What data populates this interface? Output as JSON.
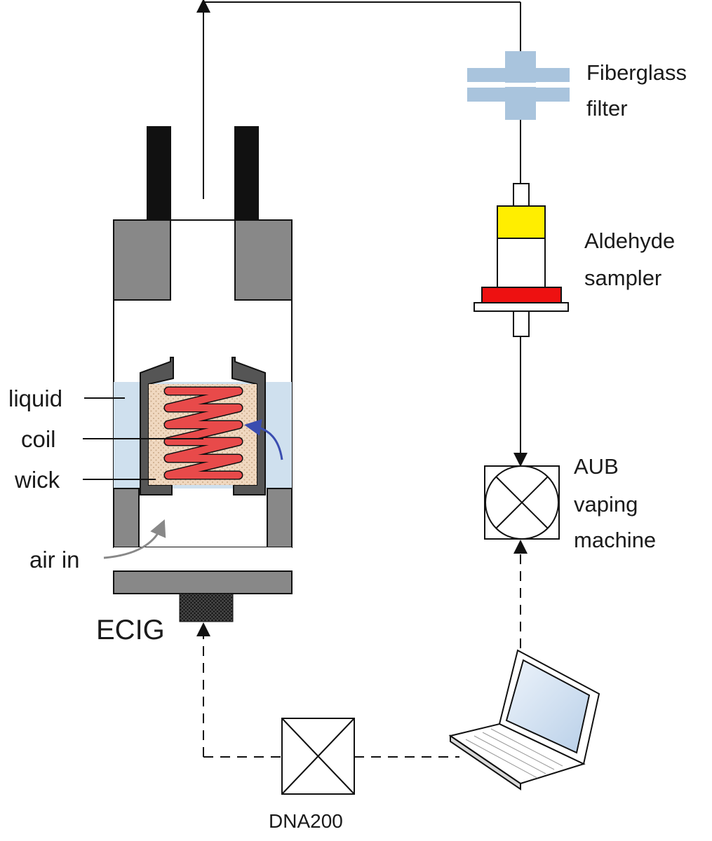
{
  "labels": {
    "liquid": "liquid",
    "coil": "coil",
    "wick": "wick",
    "air_in": "air in",
    "ecig": "ECIG",
    "filter_line1": "Fiberglass",
    "filter_line2": "filter",
    "sampler_line1": "Aldehyde",
    "sampler_line2": "sampler",
    "machine_line1": "AUB",
    "machine_line2": "vaping",
    "machine_line3": "machine",
    "controller": "DNA200"
  },
  "colors": {
    "body_gray": "#888888",
    "liquid_blue": "#cfe0ee",
    "wick_tan": "#f0d8c0",
    "coil_red": "#e84a4a",
    "filter_blue": "#a9c4dd",
    "sampler_yellow": "#ffee00",
    "sampler_red": "#ee1111",
    "flow_arrow_blue": "#3a4db0",
    "air_arrow_gray": "#888888",
    "laptop_screen": "#d2e2f4"
  }
}
